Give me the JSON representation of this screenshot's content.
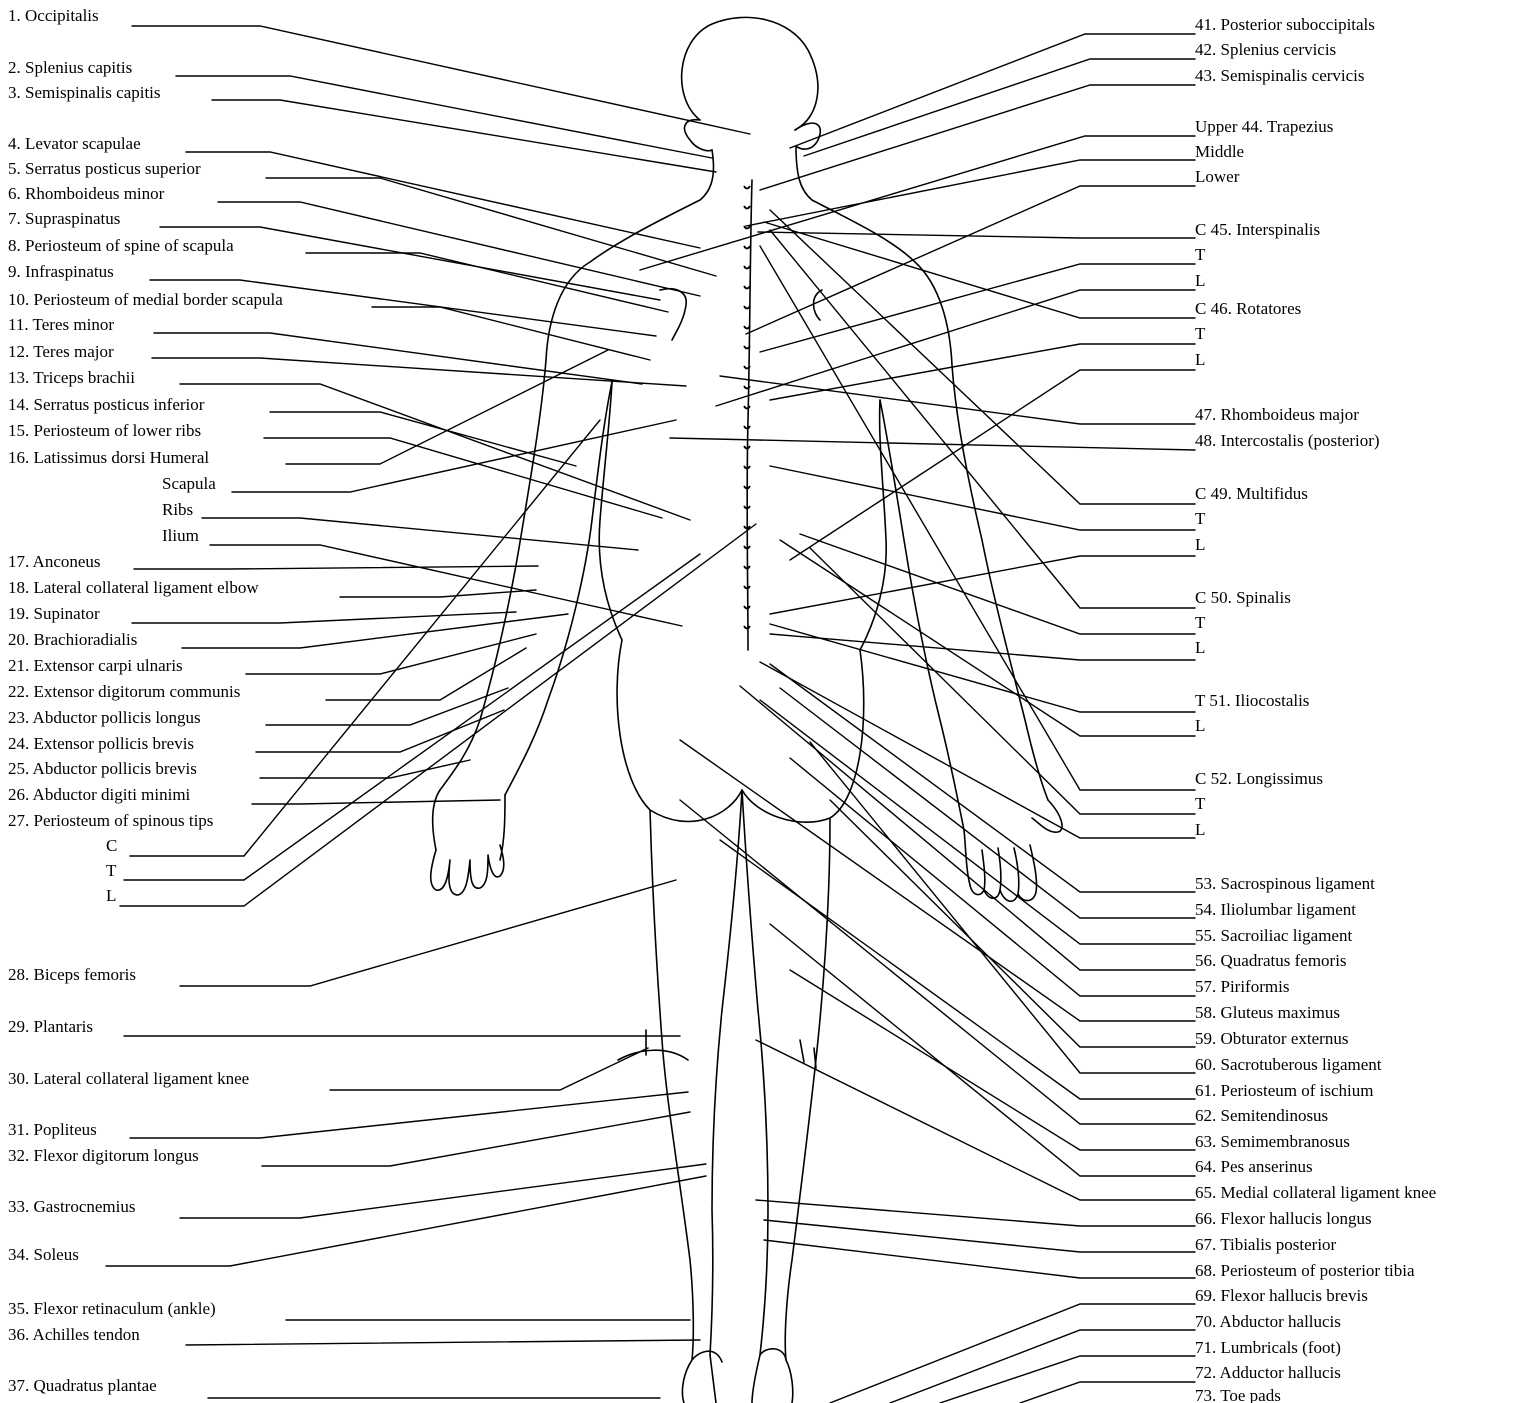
{
  "colors": {
    "ink": "#000000",
    "paper": "#ffffff"
  },
  "left_labels": [
    "1.  Occipitalis",
    "2.  Splenius capitis",
    "3.  Semispinalis capitis",
    "4.  Levator scapulae",
    "5.  Serratus posticus superior",
    "6.  Rhomboideus minor",
    "7.  Supraspinatus",
    "8.  Periosteum of spine of scapula",
    "9.  Infraspinatus",
    "10.  Periosteum of medial border scapula",
    "11.  Teres minor",
    "12.  Teres major",
    "13.  Triceps brachii",
    "14.  Serratus posticus inferior",
    "15.  Periosteum of lower ribs",
    "16.  Latissimus dorsi  Humeral",
    "Scapula",
    "Ribs",
    "Ilium",
    "17.  Anconeus",
    "18.  Lateral collateral ligament elbow",
    "19.  Supinator",
    "20.  Brachioradialis",
    "21.  Extensor carpi  ulnaris",
    "22.  Extensor  digitorum communis",
    "23.  Abductor pollicis longus",
    "24.  Extensor pollicis brevis",
    "25.  Abductor pollicis brevis",
    "26.  Abductor digiti minimi",
    "27.  Periosteum of spinous tips",
    "C",
    "T",
    "L",
    "28.  Biceps femoris",
    "29.  Plantaris",
    "30.  Lateral collateral ligament knee",
    "31.  Popliteus",
    "32.  Flexor digitorum longus",
    "33.  Gastrocnemius",
    "34.  Soleus",
    "35.  Flexor retinaculum (ankle)",
    "36.  Achilles tendon",
    "37.  Quadratus plantae"
  ],
  "right_labels": [
    "41.  Posterior suboccipitals",
    "42.  Splenius cervicis",
    "43.  Semispinalis cervicis",
    "Upper  44.  Trapezius",
    "Middle",
    "Lower",
    "C   45.  Interspinalis",
    "T",
    "L",
    "C   46.  Rotatores",
    "T",
    "L",
    "47.  Rhomboideus major",
    "48.  Intercostalis (posterior)",
    "C   49.  Multifidus",
    "T",
    "L",
    "C   50.  Spinalis",
    "T",
    "L",
    "T   51.  Iliocostalis",
    "L",
    "C   52.  Longissimus",
    "T",
    "L",
    "53.  Sacrospinous ligament",
    "54.  Iliolumbar ligament",
    "55.  Sacroiliac ligament",
    "56.  Quadratus femoris",
    "57.  Piriformis",
    "58.  Gluteus maximus",
    "59.  Obturator externus",
    "60.  Sacrotuberous ligament",
    "61.  Periosteum of ischium",
    "62.  Semitendinosus",
    "63.  Semimembranosus",
    "64.  Pes anserinus",
    "65.  Medial collateral ligament knee",
    "66.  Flexor hallucis longus",
    "67.  Tibialis posterior",
    "68.  Periosteum of posterior tibia",
    "69.  Flexor hallucis brevis",
    "70.  Abductor hallucis",
    "71.  Lumbricals (foot)",
    "72.  Adductor hallucis",
    "73.  Toe pads"
  ]
}
